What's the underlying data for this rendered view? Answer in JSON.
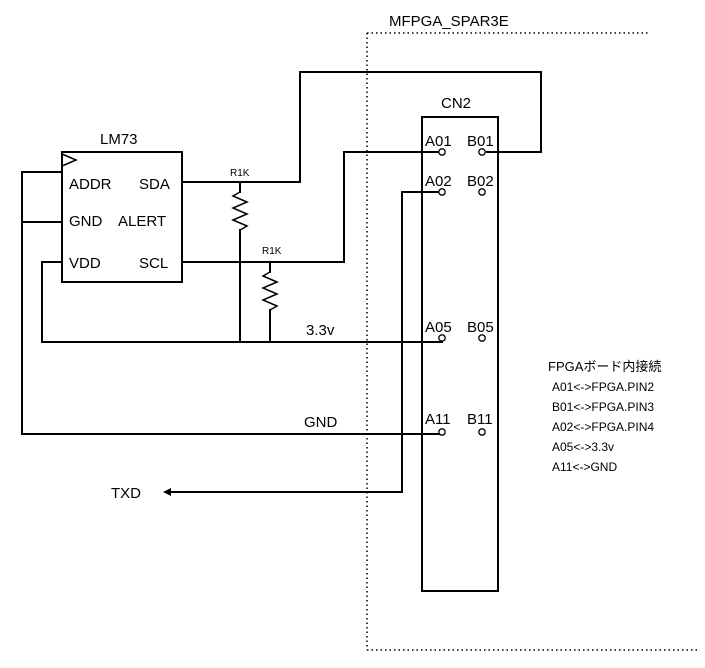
{
  "board": {
    "title": "MFPGA_SPAR3E"
  },
  "connector": {
    "name": "CN2",
    "pins": {
      "a01": "A01",
      "b01": "B01",
      "a02": "A02",
      "b02": "B02",
      "a05": "A05",
      "b05": "B05",
      "a11": "A11",
      "b11": "B11"
    }
  },
  "chip": {
    "name": "LM73",
    "left_pins": {
      "addr": "ADDR",
      "gnd": "GND",
      "vdd": "VDD"
    },
    "right_pins": {
      "sda": "SDA",
      "alert": "ALERT",
      "scl": "SCL"
    }
  },
  "resistors": {
    "r1": "R1K",
    "r2": "R1K"
  },
  "nets": {
    "v33": "3.3v",
    "gnd": "GND",
    "txd": "TXD"
  },
  "notes": {
    "title": "FPGAボード内接続",
    "lines": [
      "A01<->FPGA.PIN2",
      "B01<->FPGA.PIN3",
      "A02<->FPGA.PIN4",
      "A05<->3.3v",
      "A11<->GND"
    ]
  }
}
